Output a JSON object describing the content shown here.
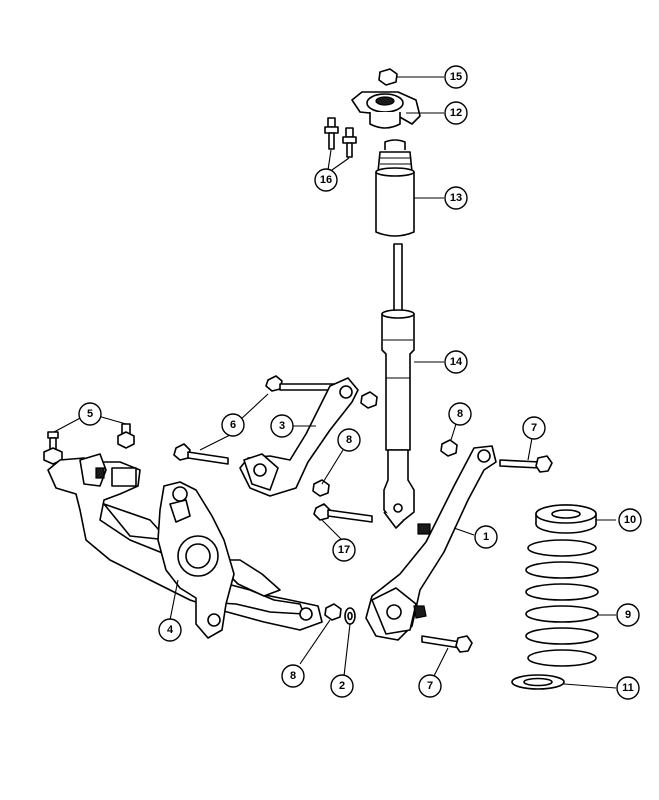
{
  "callouts": [
    {
      "id": "c15",
      "label": "15"
    },
    {
      "id": "c12",
      "label": "12"
    },
    {
      "id": "c16",
      "label": "16"
    },
    {
      "id": "c13",
      "label": "13"
    },
    {
      "id": "c14",
      "label": "14"
    },
    {
      "id": "c6",
      "label": "6"
    },
    {
      "id": "c5",
      "label": "5"
    },
    {
      "id": "c3",
      "label": "3"
    },
    {
      "id": "c8a",
      "label": "8"
    },
    {
      "id": "c8b",
      "label": "8"
    },
    {
      "id": "c7a",
      "label": "7"
    },
    {
      "id": "c1",
      "label": "1"
    },
    {
      "id": "c17",
      "label": "17"
    },
    {
      "id": "c10",
      "label": "10"
    },
    {
      "id": "c4",
      "label": "4"
    },
    {
      "id": "c9",
      "label": "9"
    },
    {
      "id": "c8c",
      "label": "8"
    },
    {
      "id": "c2",
      "label": "2"
    },
    {
      "id": "c7b",
      "label": "7"
    },
    {
      "id": "c11",
      "label": "11"
    }
  ]
}
